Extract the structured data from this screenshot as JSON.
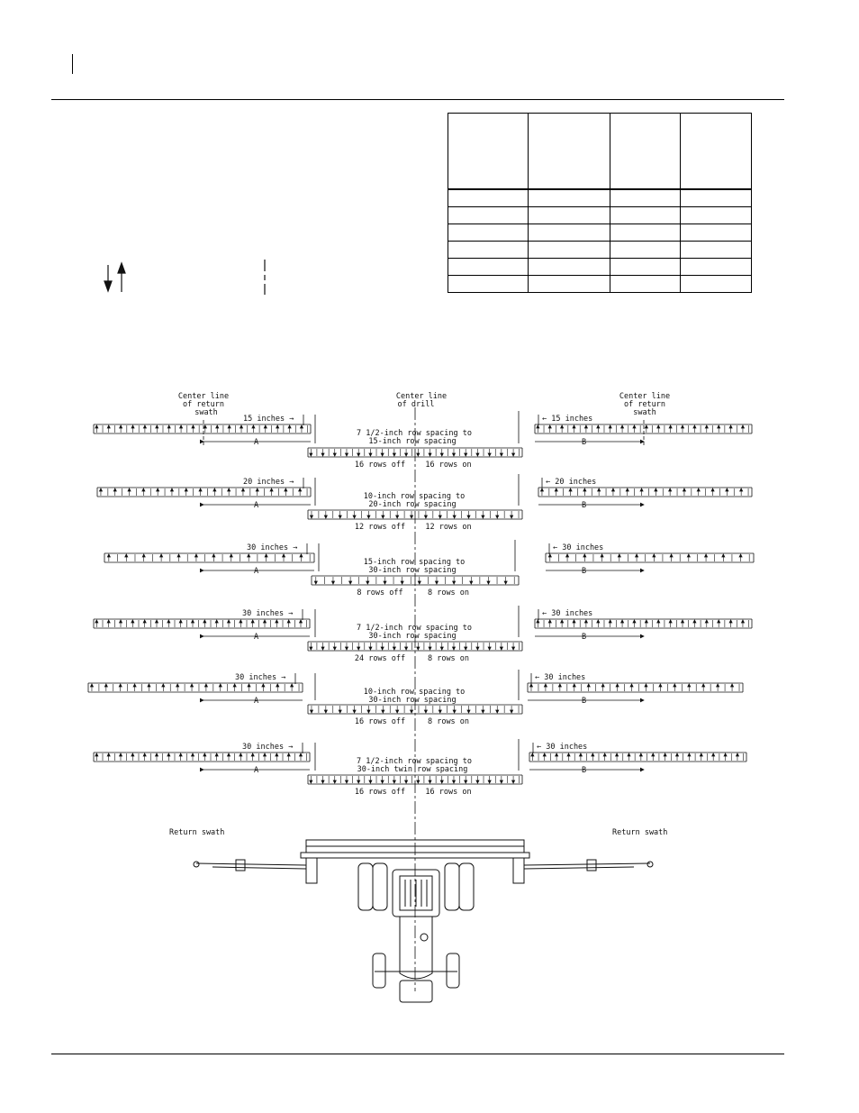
{
  "table": {
    "columns": 4,
    "rows": 6
  },
  "centerlines": {
    "drill": "Center line\nof drill",
    "left_return": "Center line\nof return\nswath",
    "right_return": "Center line\nof return\nswath"
  },
  "configs": [
    {
      "title1": "7 1/2-inch row spacing to",
      "title2": "15-inch row spacing",
      "offset": "15 inches",
      "off": "16 rows off",
      "on": "16 rows on",
      "a": "A",
      "b": "B"
    },
    {
      "title1": "10-inch row spacing to",
      "title2": "20-inch row spacing",
      "offset": "20 inches",
      "off": "12 rows off",
      "on": "12 rows on",
      "a": "A",
      "b": "B"
    },
    {
      "title1": "15-inch row spacing to",
      "title2": "30-inch row spacing",
      "offset": "30 inches",
      "off": "8 rows off",
      "on": "8 rows on",
      "a": "A",
      "b": "B"
    },
    {
      "title1": "7 1/2-inch row spacing to",
      "title2": "30-inch row spacing",
      "offset": "30 inches",
      "off": "24 rows off",
      "on": "8 rows on",
      "a": "A",
      "b": "B"
    },
    {
      "title1": "10-inch row spacing to",
      "title2": "30-inch row spacing",
      "offset": "30 inches",
      "off": "16 rows off",
      "on": "8 rows on",
      "a": "A",
      "b": "B"
    },
    {
      "title1": "7 1/2-inch row spacing to",
      "title2": "30-inch twin row spacing",
      "offset": "30 inches",
      "off": "16 rows off",
      "on": "16 rows on",
      "a": "A",
      "b": "B"
    }
  ],
  "return_swath_left": "Return swath",
  "return_swath_right": "Return swath"
}
